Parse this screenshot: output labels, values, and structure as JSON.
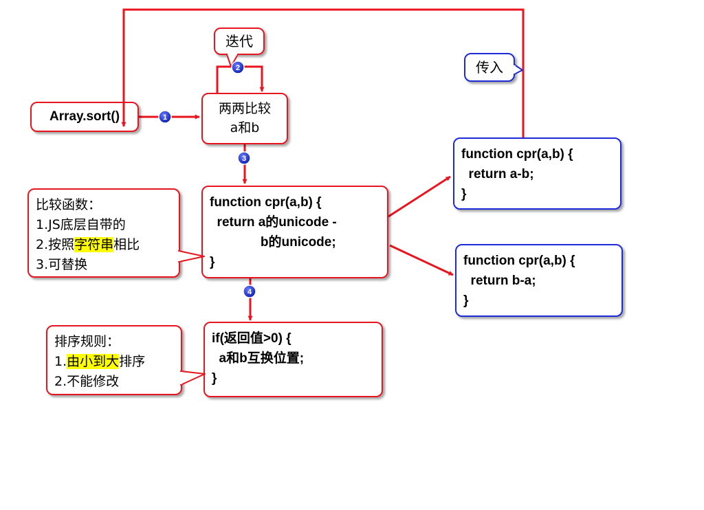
{
  "nodes": {
    "sort_call": "Array.sort()",
    "compare": [
      "两两比较",
      "a和b"
    ],
    "iterate": "迭代",
    "pass_in": "传入",
    "compare_fn": [
      "function cpr(a,b) {",
      "  return a的unicode -",
      "              b的unicode;",
      "}"
    ],
    "fn_ascending": [
      "function cpr(a,b) {",
      "  return a-b;",
      "}"
    ],
    "fn_descending": [
      "function cpr(a,b) {",
      "  return b-a;",
      "}"
    ],
    "swap_rule": [
      "if(返回值>0) {",
      "  a和b互换位置;",
      "}"
    ]
  },
  "notes": {
    "compare_function": {
      "title": "比较函数：",
      "item1": "1.JS底层自带的",
      "item2_prefix": "2.按照",
      "item2_highlight": "字符串",
      "item2_suffix": "相比",
      "item3": "3.可替换"
    },
    "sort_rules": {
      "title": "排序规则：",
      "item1_prefix": "1.",
      "item1_highlight": "由小到大",
      "item1_suffix": "排序",
      "item2": "2.不能修改"
    }
  },
  "steps": [
    "1",
    "2",
    "3",
    "4"
  ],
  "colors": {
    "arrow": "#e8141e",
    "box_red": "#e8141e",
    "box_blue": "#1c2ad8",
    "step_badge": "#1028c8",
    "highlight": "#ffff00"
  }
}
